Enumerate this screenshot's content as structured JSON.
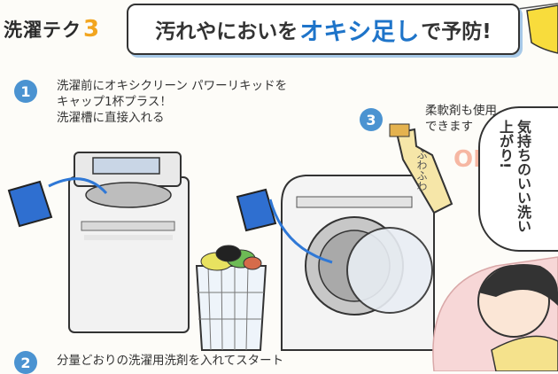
{
  "header": {
    "label": "洗濯テク",
    "number": "3",
    "title_before": "汚れやにおいを",
    "title_highlight": "オキシ足し",
    "title_after": "で予防!"
  },
  "steps": [
    {
      "number": "1",
      "lines": [
        "洗濯前にオキシクリーン パワーリキッドを",
        "キャップ1杯プラス！",
        "洗濯槽に直接入れる"
      ]
    },
    {
      "number": "3",
      "lines": [
        "柔軟剤も使用",
        "できます"
      ]
    },
    {
      "number": "2",
      "lines": [
        "分量どおりの洗濯用洗剤を入れてスタート"
      ]
    }
  ],
  "bottle_label": "ふわふわ",
  "ok_text": "OK",
  "speech_bubble": "気持ちのいい洗い上がり!",
  "colors": {
    "accent": "#1e74c9",
    "step": "#4b93d1",
    "number": "#f2a51f",
    "ok": "#f6b7a3"
  }
}
